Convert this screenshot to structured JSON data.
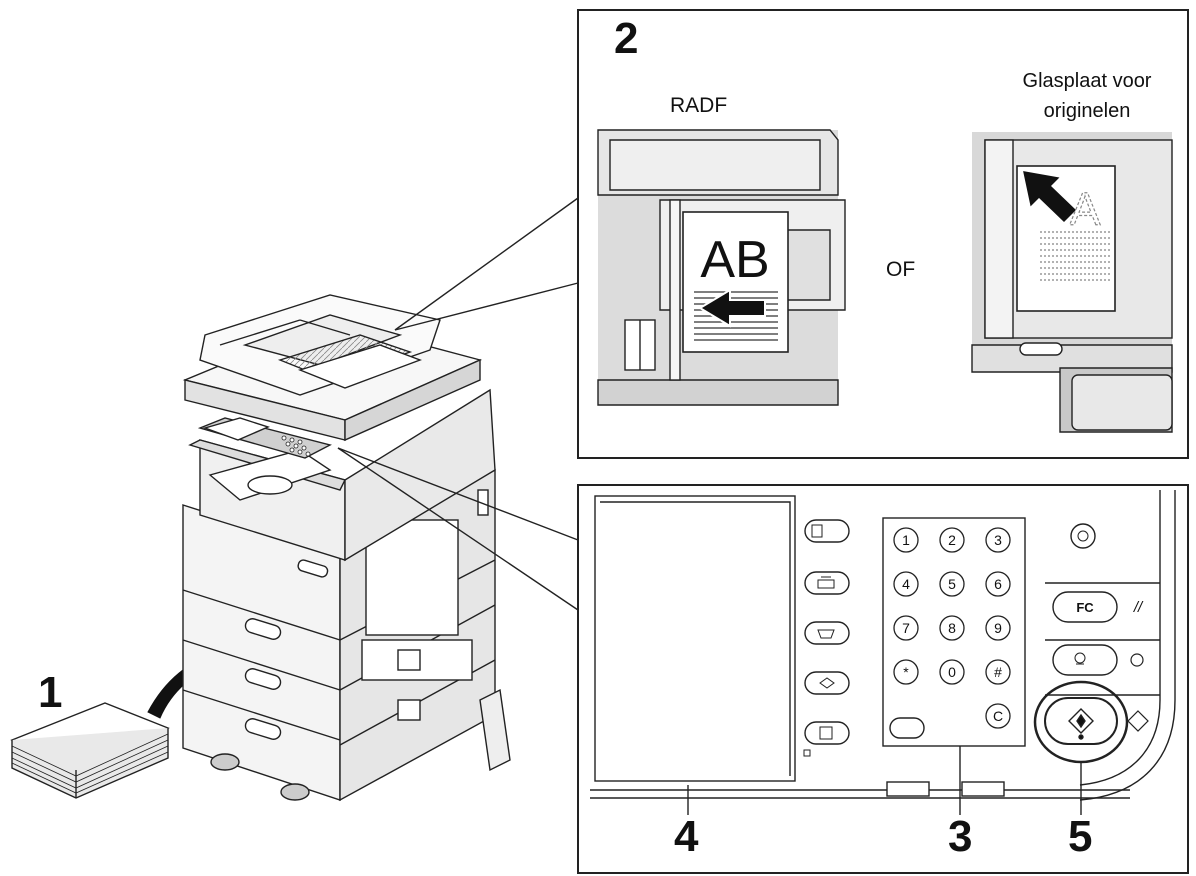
{
  "steps": {
    "one": "1",
    "two": "2",
    "three": "3",
    "four": "4",
    "five": "5"
  },
  "detail_top": {
    "radf_label": "RADF",
    "or_label": "OF",
    "glass_label_line1": "Glasplaat voor",
    "glass_label_line2": "originelen",
    "original_text": "AB",
    "glass_original_text": "A"
  },
  "control_panel": {
    "keypad": [
      "1",
      "2",
      "3",
      "4",
      "5",
      "6",
      "7",
      "8",
      "9",
      "*",
      "0",
      "#"
    ],
    "clear_key": "C",
    "function_clear_key": "FC",
    "reset_key": "//"
  },
  "colors": {
    "line": "#222222",
    "background": "#ffffff",
    "machine_fill": "#f2f2f2",
    "machine_shade": "#d8d8d8"
  }
}
